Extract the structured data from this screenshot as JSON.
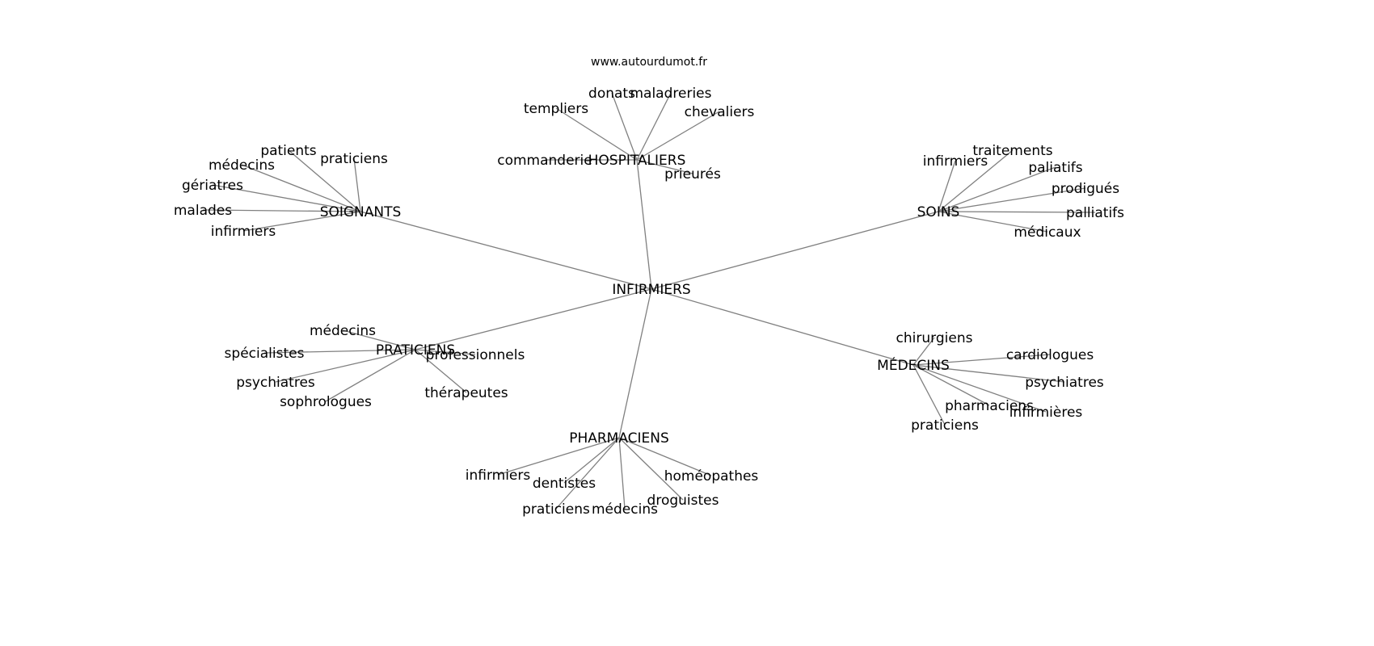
{
  "title": "www.autourdumot.fr",
  "graph": {
    "center": "INFIRMIERS",
    "clusters": [
      {
        "hub": "HOSPITALIERS",
        "leaves": [
          "donats",
          "maladreries",
          "templiers",
          "chevaliers",
          "commanderie",
          "prieurés"
        ]
      },
      {
        "hub": "SOIGNANTS",
        "leaves": [
          "patients",
          "praticiens",
          "médecins",
          "gériatres",
          "malades",
          "infirmiers"
        ]
      },
      {
        "hub": "SOINS",
        "leaves": [
          "infirmiers",
          "traitements",
          "paliatifs",
          "prodigués",
          "palliatifs",
          "médicaux"
        ]
      },
      {
        "hub": "PRATICIENS",
        "leaves": [
          "médecins",
          "spécialistes",
          "psychiatres",
          "sophrologues",
          "professionnels",
          "thérapeutes"
        ]
      },
      {
        "hub": "MÉDECINS",
        "leaves": [
          "chirurgiens",
          "cardiologues",
          "psychiatres",
          "pharmaciens",
          "infirmières",
          "praticiens"
        ]
      },
      {
        "hub": "PHARMACIENS",
        "leaves": [
          "infirmiers",
          "dentistes",
          "homéopathes",
          "droguistes",
          "praticiens",
          "médecins"
        ]
      }
    ]
  },
  "colors": {
    "edge": "#808080",
    "text": "#000000"
  }
}
